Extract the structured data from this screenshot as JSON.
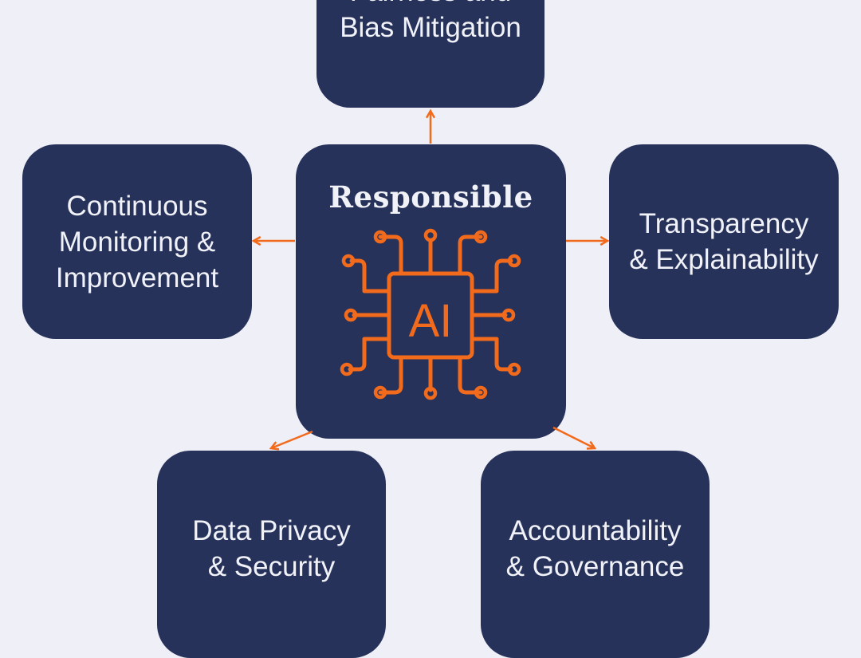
{
  "center": {
    "title": "Responsible",
    "icon_label": "AI",
    "icon": "circuit-chip-icon"
  },
  "nodes": {
    "top": {
      "lines": [
        "Fairness and",
        "Bias Mitigation"
      ]
    },
    "left": {
      "lines": [
        "Continuous",
        "Monitoring &",
        "Improvement"
      ]
    },
    "right": {
      "lines": [
        "Transparency",
        "& Explainability"
      ]
    },
    "bottom_left": {
      "lines": [
        "Data Privacy",
        "& Security"
      ]
    },
    "bottom_right": {
      "lines": [
        "Accountability",
        "& Governance"
      ]
    }
  },
  "colors": {
    "background": "#eeeff7",
    "box": "#26325a",
    "accent": "#f26a1b",
    "text": "#f1f2f8"
  }
}
